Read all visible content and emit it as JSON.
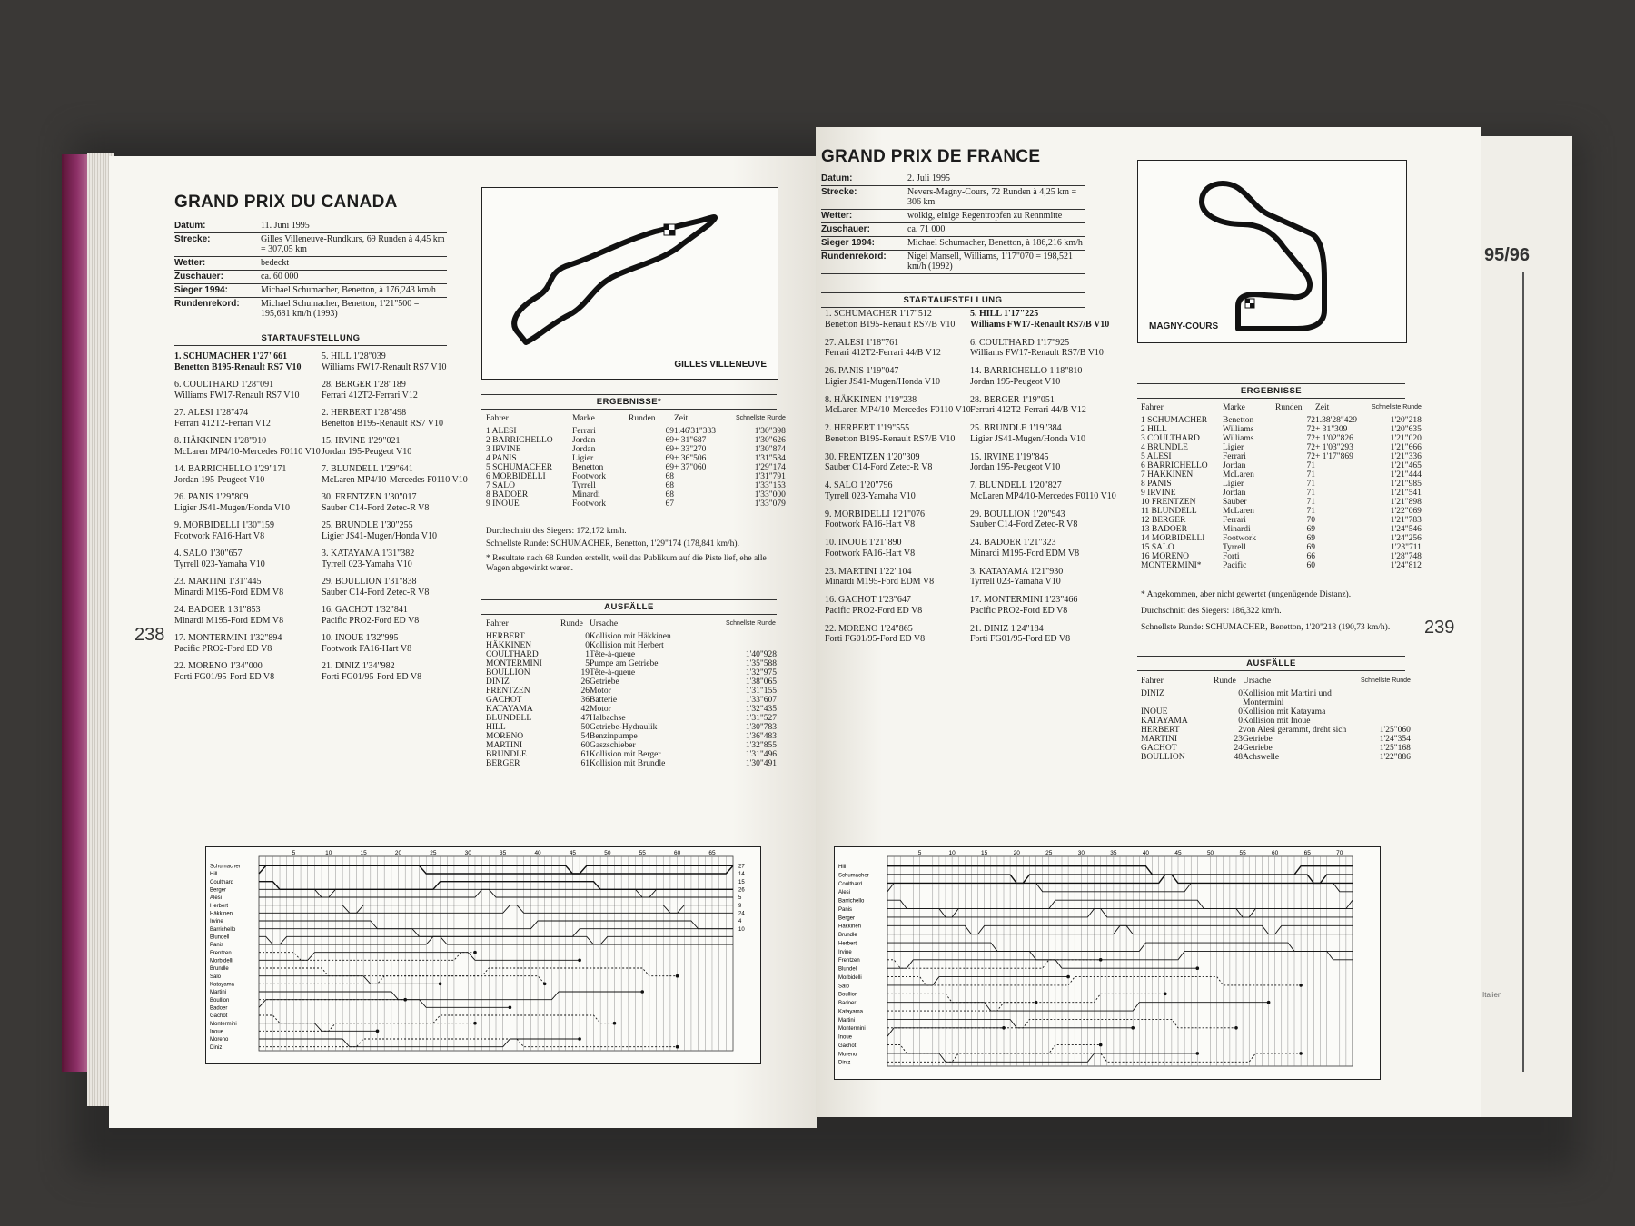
{
  "left": {
    "page_number": "238",
    "title": "GRAND PRIX DU CANADA",
    "info": [
      {
        "k": "Datum:",
        "v": "11. Juni 1995"
      },
      {
        "k": "Strecke:",
        "v": "Gilles Villeneuve-Rundkurs, 69 Runden à 4,45 km = 307,05 km"
      },
      {
        "k": "Wetter:",
        "v": "bedeckt"
      },
      {
        "k": "Zuschauer:",
        "v": "ca. 60 000"
      },
      {
        "k": "Sieger 1994:",
        "v": "Michael Schumacher, Benetton, à 176,243 km/h"
      },
      {
        "k": "Rundenrekord:",
        "v": "Michael Schumacher, Benetton, 1'21\"500 = 195,681 km/h (1993)"
      }
    ],
    "grid_heading": "STARTAUFSTELLUNG",
    "grid_left": [
      {
        "l1": "1. SCHUMACHER 1'27\"661",
        "l2": "Benetton B195-Renault RS7 V10",
        "bold": true
      },
      {
        "l1": "6. COULTHARD 1'28\"091",
        "l2": "Williams FW17-Renault RS7 V10"
      },
      {
        "l1": "27. ALESI 1'28\"474",
        "l2": "Ferrari 412T2-Ferrari V12"
      },
      {
        "l1": "8. HÄKKINEN 1'28\"910",
        "l2": "McLaren MP4/10-Mercedes F0110 V10"
      },
      {
        "l1": "14. BARRICHELLO 1'29\"171",
        "l2": "Jordan 195-Peugeot V10"
      },
      {
        "l1": "26. PANIS 1'29\"809",
        "l2": "Ligier JS41-Mugen/Honda V10"
      },
      {
        "l1": "9. MORBIDELLI 1'30\"159",
        "l2": "Footwork FA16-Hart V8"
      },
      {
        "l1": "4. SALO 1'30\"657",
        "l2": "Tyrrell 023-Yamaha V10"
      },
      {
        "l1": "23. MARTINI 1'31\"445",
        "l2": "Minardi M195-Ford EDM V8"
      },
      {
        "l1": "24. BADOER 1'31\"853",
        "l2": "Minardi M195-Ford EDM V8"
      },
      {
        "l1": "17. MONTERMINI 1'32\"894",
        "l2": "Pacific PRO2-Ford ED V8"
      },
      {
        "l1": "22. MORENO 1'34\"000",
        "l2": "Forti FG01/95-Ford ED V8"
      }
    ],
    "grid_right": [
      {
        "l1": "5. HILL 1'28\"039",
        "l2": "Williams FW17-Renault RS7 V10"
      },
      {
        "l1": "28. BERGER 1'28\"189",
        "l2": "Ferrari 412T2-Ferrari V12"
      },
      {
        "l1": "2. HERBERT 1'28\"498",
        "l2": "Benetton B195-Renault RS7 V10"
      },
      {
        "l1": "15. IRVINE 1'29\"021",
        "l2": "Jordan 195-Peugeot V10"
      },
      {
        "l1": "7. BLUNDELL 1'29\"641",
        "l2": "McLaren MP4/10-Mercedes F0110 V10"
      },
      {
        "l1": "30. FRENTZEN 1'30\"017",
        "l2": "Sauber C14-Ford Zetec-R V8"
      },
      {
        "l1": "25. BRUNDLE 1'30\"255",
        "l2": "Ligier JS41-Mugen/Honda V10"
      },
      {
        "l1": "3. KATAYAMA 1'31\"382",
        "l2": "Tyrrell 023-Yamaha V10"
      },
      {
        "l1": "29. BOULLION 1'31\"838",
        "l2": "Sauber C14-Ford Zetec-R V8"
      },
      {
        "l1": "16. GACHOT 1'32\"841",
        "l2": "Pacific PRO2-Ford ED V8"
      },
      {
        "l1": "10. INOUE 1'32\"995",
        "l2": "Footwork FA16-Hart V8"
      },
      {
        "l1": "21. DINIZ 1'34\"982",
        "l2": "Forti FG01/95-Ford ED V8"
      }
    ],
    "map_label": "GILLES VILLENEUVE",
    "results_heading": "ERGEBNISSE*",
    "results_cols": [
      "Fahrer",
      "Marke",
      "Runden",
      "Zeit",
      "Schnellste Runde"
    ],
    "results": [
      [
        "1 ALESI",
        "Ferrari",
        "69",
        "1.46'31\"333",
        "1'30\"398"
      ],
      [
        "2 BARRICHELLO",
        "Jordan",
        "69",
        "+ 31\"687",
        "1'30\"626"
      ],
      [
        "3 IRVINE",
        "Jordan",
        "69",
        "+ 33\"270",
        "1'30\"874"
      ],
      [
        "4 PANIS",
        "Ligier",
        "69",
        "+ 36\"506",
        "1'31\"584"
      ],
      [
        "5 SCHUMACHER",
        "Benetton",
        "69",
        "+ 37\"060",
        "1'29\"174"
      ],
      [
        "6 MORBIDELLI",
        "Footwork",
        "68",
        "",
        "1'31\"791"
      ],
      [
        "7 SALO",
        "Tyrrell",
        "68",
        "",
        "1'33\"153"
      ],
      [
        "8 BADOER",
        "Minardi",
        "68",
        "",
        "1'33\"000"
      ],
      [
        "9 INOUE",
        "Footwork",
        "67",
        "",
        "1'33\"079"
      ]
    ],
    "avg_speed": "Durchschnitt des Siegers: 172,172 km/h.",
    "fastest_lap": "Schnellste Runde: SCHUMACHER, Benetton, 1'29\"174 (178,841 km/h).",
    "footnote": "* Resultate nach 68 Runden erstellt, weil das Publikum auf die Piste lief, ehe alle Wagen abgewinkt waren.",
    "dnf_heading": "AUSFÄLLE",
    "dnf_cols": [
      "Fahrer",
      "Runde",
      "Ursache",
      "Schnellste Runde"
    ],
    "dnf": [
      [
        "HERBERT",
        "0",
        "Kollision mit Häkkinen",
        ""
      ],
      [
        "HÄKKINEN",
        "0",
        "Kollision mit Herbert",
        ""
      ],
      [
        "COULTHARD",
        "1",
        "Tête-à-queue",
        "1'40\"928"
      ],
      [
        "MONTERMINI",
        "5",
        "Pumpe am Getriebe",
        "1'35\"588"
      ],
      [
        "BOULLION",
        "19",
        "Tête-à-queue",
        "1'32\"975"
      ],
      [
        "DINIZ",
        "26",
        "Getriebe",
        "1'38\"065"
      ],
      [
        "FRENTZEN",
        "26",
        "Motor",
        "1'31\"155"
      ],
      [
        "GACHOT",
        "36",
        "Batterie",
        "1'33\"607"
      ],
      [
        "KATAYAMA",
        "42",
        "Motor",
        "1'32\"435"
      ],
      [
        "BLUNDELL",
        "47",
        "Halbachse",
        "1'31\"527"
      ],
      [
        "HILL",
        "50",
        "Getriebe-Hydraulik",
        "1'30\"783"
      ],
      [
        "MORENO",
        "54",
        "Benzinpumpe",
        "1'36\"483"
      ],
      [
        "MARTINI",
        "60",
        "Gaszschieber",
        "1'32\"855"
      ],
      [
        "BRUNDLE",
        "61",
        "Kollision mit Berger",
        "1'31\"496"
      ],
      [
        "BERGER",
        "61",
        "Kollision mit Brundle",
        "1'30\"491"
      ]
    ],
    "lap_drivers": [
      "Schumacher",
      "Hill",
      "Coulthard",
      "Berger",
      "Alesi",
      "Herbert",
      "Häkkinen",
      "Irvine",
      "Barrichello",
      "Blundell",
      "Panis",
      "Frentzen",
      "Morbidelli",
      "Brundle",
      "Salo",
      "Katayama",
      "Martini",
      "Boullion",
      "Badoer",
      "Gachot",
      "Montermini",
      "Inoue",
      "Moreno",
      "Diniz"
    ],
    "lap_ticks": [
      "5",
      "10",
      "15",
      "20",
      "25",
      "30",
      "35",
      "40",
      "45",
      "50",
      "55",
      "60",
      "65"
    ],
    "lap_end": [
      "27",
      "14",
      "15",
      "26",
      "5",
      "9",
      "24",
      "4",
      "10"
    ]
  },
  "right": {
    "page_number": "239",
    "title": "GRAND PRIX DE FRANCE",
    "info": [
      {
        "k": "Datum:",
        "v": "2. Juli 1995"
      },
      {
        "k": "Strecke:",
        "v": "Nevers-Magny-Cours, 72 Runden à 4,25 km = 306 km"
      },
      {
        "k": "Wetter:",
        "v": "wolkig, einige Regentropfen zu Rennmitte"
      },
      {
        "k": "Zuschauer:",
        "v": "ca. 71 000"
      },
      {
        "k": "Sieger 1994:",
        "v": "Michael Schumacher, Benetton, à 186,216 km/h"
      },
      {
        "k": "Rundenrekord:",
        "v": "Nigel Mansell, Williams, 1'17\"070 = 198,521 km/h (1992)"
      }
    ],
    "grid_heading": "STARTAUFSTELLUNG",
    "grid_left": [
      {
        "l1": "1. SCHUMACHER 1'17\"512",
        "l2": "Benetton B195-Renault RS7/B V10"
      },
      {
        "l1": "27. ALESI 1'18\"761",
        "l2": "Ferrari 412T2-Ferrari 44/B V12"
      },
      {
        "l1": "26. PANIS 1'19\"047",
        "l2": "Ligier JS41-Mugen/Honda V10"
      },
      {
        "l1": "8. HÄKKINEN 1'19\"238",
        "l2": "McLaren MP4/10-Mercedes F0110 V10"
      },
      {
        "l1": "2. HERBERT 1'19\"555",
        "l2": "Benetton B195-Renault RS7/B V10"
      },
      {
        "l1": "30. FRENTZEN 1'20\"309",
        "l2": "Sauber C14-Ford Zetec-R V8"
      },
      {
        "l1": "4. SALO 1'20\"796",
        "l2": "Tyrrell 023-Yamaha V10"
      },
      {
        "l1": "9. MORBIDELLI 1'21\"076",
        "l2": "Footwork FA16-Hart V8"
      },
      {
        "l1": "10. INOUE 1'21\"890",
        "l2": "Footwork FA16-Hart V8"
      },
      {
        "l1": "23. MARTINI 1'22\"104",
        "l2": "Minardi M195-Ford EDM V8"
      },
      {
        "l1": "16. GACHOT 1'23\"647",
        "l2": "Pacific PRO2-Ford ED V8"
      },
      {
        "l1": "22. MORENO 1'24\"865",
        "l2": "Forti FG01/95-Ford ED V8"
      }
    ],
    "grid_right": [
      {
        "l1": "5. HILL 1'17\"225",
        "l2": "Williams FW17-Renault RS7/B V10",
        "bold": true
      },
      {
        "l1": "6. COULTHARD 1'17\"925",
        "l2": "Williams FW17-Renault RS7/B V10"
      },
      {
        "l1": "14. BARRICHELLO 1'18\"810",
        "l2": "Jordan 195-Peugeot V10"
      },
      {
        "l1": "28. BERGER 1'19\"051",
        "l2": "Ferrari 412T2-Ferrari 44/B V12"
      },
      {
        "l1": "25. BRUNDLE 1'19\"384",
        "l2": "Ligier JS41-Mugen/Honda V10"
      },
      {
        "l1": "15. IRVINE 1'19\"845",
        "l2": "Jordan 195-Peugeot V10"
      },
      {
        "l1": "7. BLUNDELL 1'20\"827",
        "l2": "McLaren MP4/10-Mercedes F0110 V10"
      },
      {
        "l1": "29. BOULLION 1'20\"943",
        "l2": "Sauber C14-Ford Zetec-R V8"
      },
      {
        "l1": "24. BADOER 1'21\"323",
        "l2": "Minardi M195-Ford EDM V8"
      },
      {
        "l1": "3. KATAYAMA 1'21\"930",
        "l2": "Tyrrell 023-Yamaha V10"
      },
      {
        "l1": "17. MONTERMINI 1'23\"466",
        "l2": "Pacific PRO2-Ford ED V8"
      },
      {
        "l1": "21. DINIZ 1'24\"184",
        "l2": "Forti FG01/95-Ford ED V8"
      }
    ],
    "map_label": "MAGNY-COURS",
    "results_heading": "ERGEBNISSE",
    "results_cols": [
      "Fahrer",
      "Marke",
      "Runden",
      "Zeit",
      "Schnellste Runde"
    ],
    "results": [
      [
        "1 SCHUMACHER",
        "Benetton",
        "72",
        "1.38'28\"429",
        "1'20\"218"
      ],
      [
        "2 HILL",
        "Williams",
        "72",
        "+ 31\"309",
        "1'20\"635"
      ],
      [
        "3 COULTHARD",
        "Williams",
        "72",
        "+ 1'02\"826",
        "1'21\"020"
      ],
      [
        "4 BRUNDLE",
        "Ligier",
        "72",
        "+ 1'03\"293",
        "1'21\"666"
      ],
      [
        "5 ALESI",
        "Ferrari",
        "72",
        "+ 1'17\"869",
        "1'21\"336"
      ],
      [
        "6 BARRICHELLO",
        "Jordan",
        "71",
        "",
        "1'21\"465"
      ],
      [
        "7 HÄKKINEN",
        "McLaren",
        "71",
        "",
        "1'21\"444"
      ],
      [
        "8 PANIS",
        "Ligier",
        "71",
        "",
        "1'21\"985"
      ],
      [
        "9 IRVINE",
        "Jordan",
        "71",
        "",
        "1'21\"541"
      ],
      [
        "10 FRENTZEN",
        "Sauber",
        "71",
        "",
        "1'21\"898"
      ],
      [
        "11 BLUNDELL",
        "McLaren",
        "71",
        "",
        "1'22\"069"
      ],
      [
        "12 BERGER",
        "Ferrari",
        "70",
        "",
        "1'21\"783"
      ],
      [
        "13 BADOER",
        "Minardi",
        "69",
        "",
        "1'24\"546"
      ],
      [
        "14 MORBIDELLI",
        "Footwork",
        "69",
        "",
        "1'24\"256"
      ],
      [
        "15 SALO",
        "Tyrrell",
        "69",
        "",
        "1'23\"711"
      ],
      [
        "16 MORENO",
        "Forti",
        "66",
        "",
        "1'28\"748"
      ],
      [
        "MONTERMINI*",
        "Pacific",
        "60",
        "",
        "1'24\"812"
      ]
    ],
    "footnote": "* Angekommen, aber nicht gewertet (ungenügende Distanz).",
    "avg_speed": "Durchschnitt des Siegers: 186,322 km/h.",
    "fastest_lap": "Schnellste Runde: SCHUMACHER, Benetton, 1'20\"218 (190,73 km/h).",
    "dnf_heading": "AUSFÄLLE",
    "dnf_cols": [
      "Fahrer",
      "Runde",
      "Ursache",
      "Schnellste Runde"
    ],
    "dnf": [
      [
        "DINIZ",
        "0",
        "Kollision mit Martini und Montermini",
        ""
      ],
      [
        "INOUE",
        "0",
        "Kollision mit Katayama",
        ""
      ],
      [
        "KATAYAMA",
        "0",
        "Kollision mit Inoue",
        ""
      ],
      [
        "HERBERT",
        "2",
        "von Alesi gerammt, dreht sich",
        "1'25\"060"
      ],
      [
        "MARTINI",
        "23",
        "Getriebe",
        "1'24\"354"
      ],
      [
        "GACHOT",
        "24",
        "Getriebe",
        "1'25\"168"
      ],
      [
        "BOULLION",
        "48",
        "Achswelle",
        "1'22\"886"
      ]
    ],
    "lap_drivers": [
      "Hill",
      "Schumacher",
      "Coulthard",
      "Alesi",
      "Barrichello",
      "Panis",
      "Berger",
      "Häkkinen",
      "Brundle",
      "Herbert",
      "Irvine",
      "Frentzen",
      "Blundell",
      "Morbidelli",
      "Salo",
      "Boullion",
      "Badoer",
      "Katayama",
      "Martini",
      "Montermini",
      "Inoue",
      "Gachot",
      "Moreno",
      "Diniz"
    ],
    "lap_ticks": [
      "5",
      "10",
      "15",
      "20",
      "25",
      "30",
      "35",
      "40",
      "45",
      "50",
      "55",
      "60",
      "65",
      "70"
    ]
  },
  "peek": {
    "fragment": "95/96",
    "word": "Italien"
  }
}
